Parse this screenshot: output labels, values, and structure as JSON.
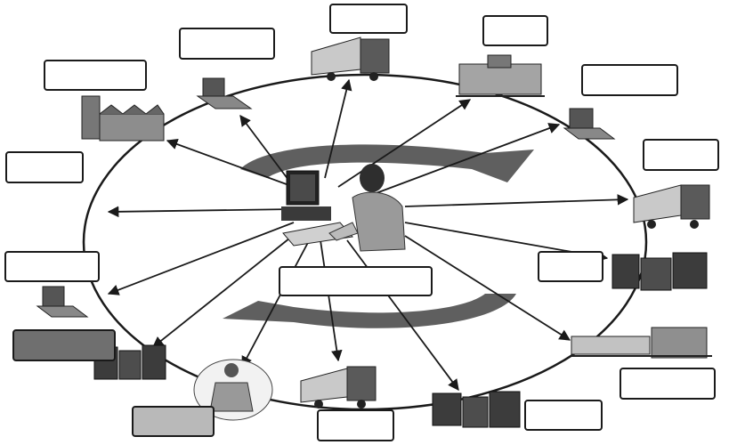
{
  "diagram": {
    "colors": {
      "stroke": "#1a1a1a",
      "cycle_arrow": "#5f5f5f",
      "label_box_fill": "#ffffff",
      "label_box_fill_dark": "#6f6f6f",
      "label_box_fill_gray": "#b9b9b9"
    },
    "hub": {
      "icon": "person-at-computer-icon"
    },
    "label_boxes": [
      {
        "id": "top-center",
        "text": ""
      },
      {
        "id": "top-left-2",
        "text": ""
      },
      {
        "id": "top-right-1",
        "text": ""
      },
      {
        "id": "top-left-1",
        "text": ""
      },
      {
        "id": "right-1",
        "text": ""
      },
      {
        "id": "left-1",
        "text": ""
      },
      {
        "id": "right-2",
        "text": ""
      },
      {
        "id": "left-2",
        "text": ""
      },
      {
        "id": "right-3",
        "text": ""
      },
      {
        "id": "center",
        "text": ""
      },
      {
        "id": "left-3",
        "text": ""
      },
      {
        "id": "bottom-right",
        "text": ""
      },
      {
        "id": "bottom-left",
        "text": ""
      },
      {
        "id": "bottom-center-left",
        "text": ""
      },
      {
        "id": "bottom-center-right",
        "text": ""
      }
    ],
    "nodes": [
      {
        "icon": "office-building-factory-icon"
      },
      {
        "icon": "warehouse-icon"
      },
      {
        "icon": "delivery-truck-icon"
      },
      {
        "icon": "factory-icon"
      },
      {
        "icon": "warehouse-icon"
      },
      {
        "icon": "delivery-truck-icon"
      },
      {
        "icon": "stacked-goods-icon"
      },
      {
        "icon": "distribution-center-icon"
      },
      {
        "icon": "stacked-goods-icon"
      },
      {
        "icon": "delivery-truck-icon"
      },
      {
        "icon": "customer-icon"
      },
      {
        "icon": "stacked-goods-icon"
      },
      {
        "icon": "warehouse-icon"
      }
    ]
  }
}
